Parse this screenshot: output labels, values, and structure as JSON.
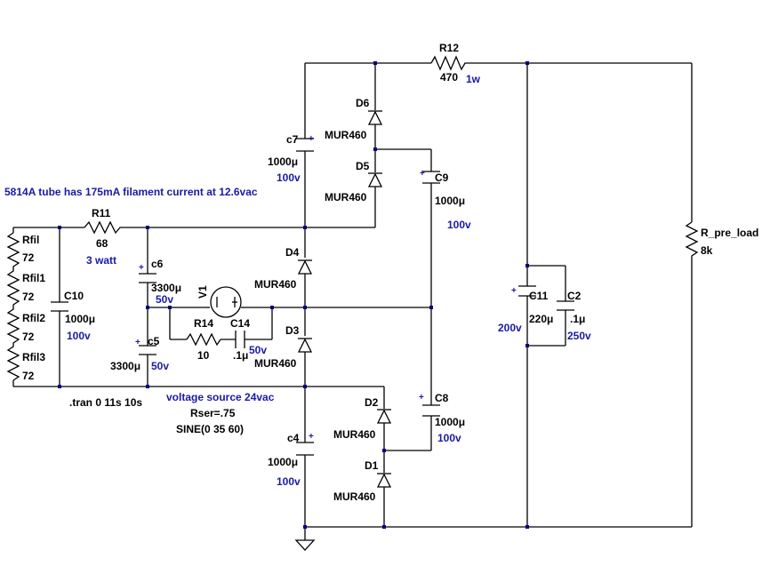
{
  "colors": {
    "wire": "#000000",
    "text": "#000000",
    "annotation": "#1a1aa6",
    "junction": "#000080"
  },
  "icons": {
    "ground": "ground-icon",
    "diode": "diode-icon",
    "resistor": "resistor-icon",
    "capacitor": "capacitor-icon",
    "source": "voltage-source-icon"
  },
  "r12": {
    "name": "R12",
    "value": "470",
    "rating": "1w"
  },
  "d6": {
    "name": "D6",
    "model": "MUR460"
  },
  "d5": {
    "name": "D5",
    "model": "MUR460"
  },
  "d4": {
    "name": "D4",
    "model": "MUR460"
  },
  "d3": {
    "name": "D3",
    "model": "MUR460"
  },
  "d2": {
    "name": "D2",
    "model": "MUR460"
  },
  "d1": {
    "name": "D1",
    "model": "MUR460"
  },
  "c7": {
    "name": "c7",
    "value": "1000μ",
    "rating": "100v"
  },
  "c9": {
    "name": "C9",
    "value": "1000μ",
    "rating": "100v"
  },
  "c6": {
    "name": "c6",
    "value": "3300μ",
    "rating": "50v"
  },
  "c5": {
    "name": "c5",
    "value": "3300μ",
    "rating": "50v"
  },
  "c14": {
    "name": "C14",
    "value": ".1μ",
    "rating": "50v"
  },
  "c10": {
    "name": "C10",
    "value": "1000μ",
    "rating": "100v"
  },
  "c8": {
    "name": "C8",
    "value": "1000μ",
    "rating": "100v"
  },
  "c4": {
    "name": "c4",
    "value": "1000μ",
    "rating": "100v"
  },
  "c11": {
    "name": "C11",
    "value": "220μ",
    "rating": "200v"
  },
  "c2": {
    "name": "C2",
    "value": ".1μ",
    "rating": "250v"
  },
  "r11": {
    "name": "R11",
    "value": "68",
    "rating": "3 watt"
  },
  "r14": {
    "name": "R14",
    "value": "10"
  },
  "rfil": {
    "name": "Rfil",
    "value": "72"
  },
  "rfil1": {
    "name": "Rfil1",
    "value": "72"
  },
  "rfil2": {
    "name": "Rfil2",
    "value": "72"
  },
  "rfil3": {
    "name": "Rfil3",
    "value": "72"
  },
  "rpre": {
    "name": "R_pre_load",
    "value": "8k"
  },
  "v1": {
    "name": "V1",
    "note": "voltage source 24vac",
    "rser": "Rser=.75",
    "sine": "SINE(0 35 60)"
  },
  "notes": {
    "filament": "5814A tube has 175mA filament current at 12.6vac",
    "tran": ".tran 0 11s 10s"
  }
}
